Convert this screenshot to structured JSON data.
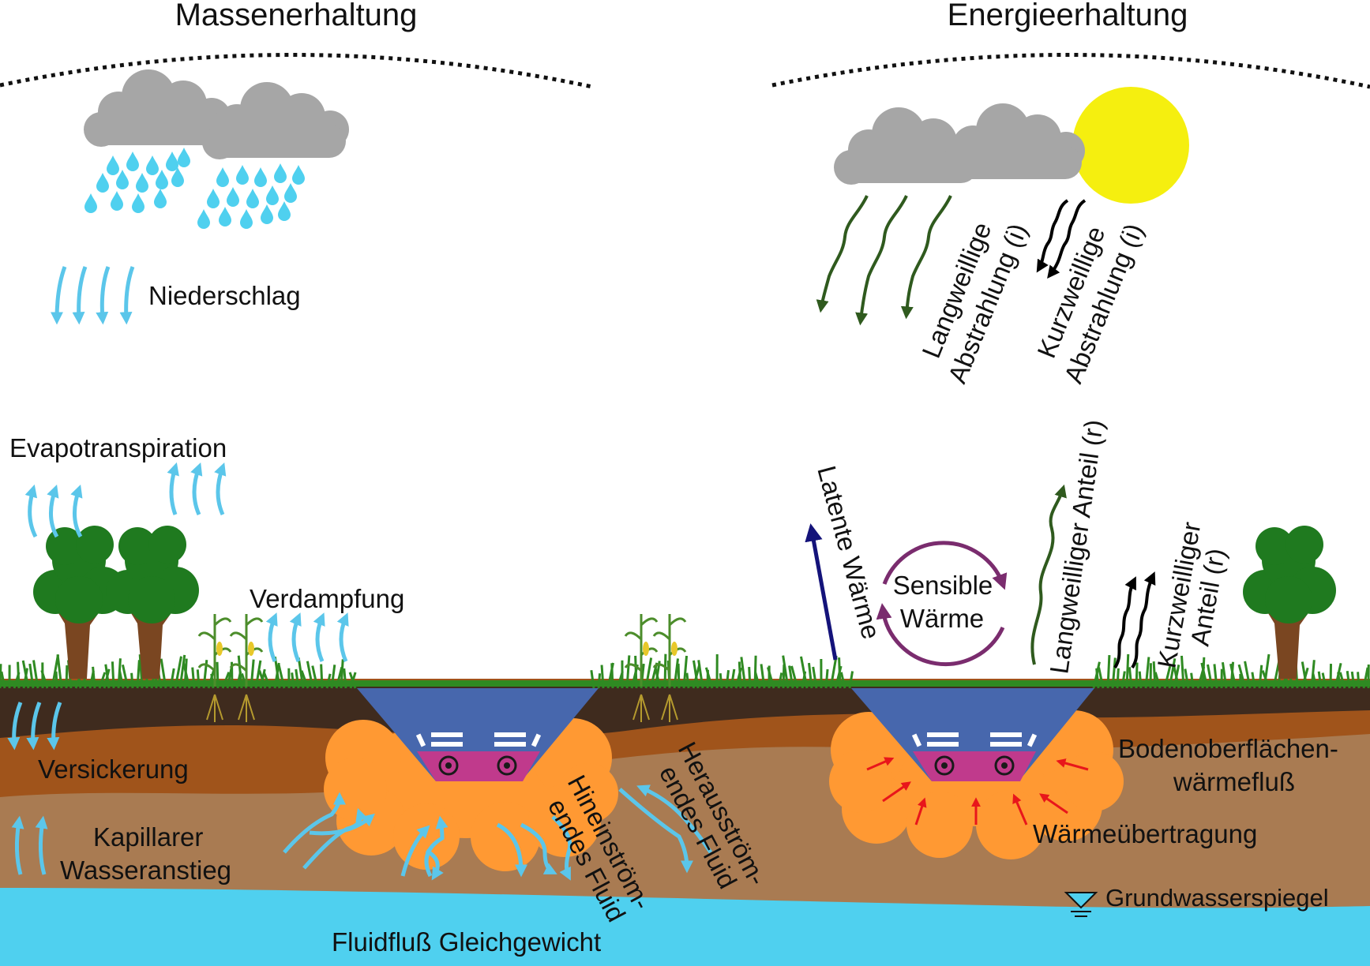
{
  "titles": {
    "mass": "Massenerhaltung",
    "energy": "Energieerhaltung"
  },
  "mass_side": {
    "precipitation": "Niederschlag",
    "evapotranspiration": "Evapotranspiration",
    "evaporation": "Verdampfung",
    "infiltration": "Versickerung",
    "capillary_line1": "Kapillarer",
    "capillary_line2": "Wasseranstieg",
    "inflow_line1": "Hineinström-",
    "inflow_line2": "endes Fluid",
    "outflow_line1": "Herausström-",
    "outflow_line2": "endes Fluid",
    "equilibrium": "Fluidfluß Gleichgewicht"
  },
  "energy_side": {
    "longwave_in_line1": "Langweillige",
    "longwave_in_line2": "Abstrahlung (i)",
    "shortwave_in_line1": "Kurzweillige",
    "shortwave_in_line2": "Abstrahlung (i)",
    "latent_heat": "Latente Wärme",
    "sensible_line1": "Sensible",
    "sensible_line2": "Wärme",
    "longwave_reflected": "Langweilliger Anteil (r)",
    "shortwave_reflected_line1": "Kurzweilliger",
    "shortwave_reflected_line2": "Anteil (r)",
    "ground_heat_line1": "Bodenoberflächen-",
    "ground_heat_line2": "wärmefluß",
    "heat_transfer": "Wärmeübertragung",
    "groundwater_table": "Grundwasserspiegel"
  },
  "colors": {
    "water_blue": "#4fd0ef",
    "arrow_blue": "#5bc6ea",
    "cloud_gray": "#a6a6a6",
    "sun_yellow": "#f5ef0f",
    "soil_top": "#3f2b1e",
    "soil_mid": "#a0541b",
    "soil_low": "#a97b52",
    "plume_orange": "#ff9933",
    "pond_blue": "#4767ad",
    "liner_magenta": "#c03a8c",
    "longwave_green": "#2f5a1e",
    "latent_navy": "#14137a",
    "sensible_purple": "#7a2c6e",
    "heat_red": "#e8161b",
    "tree_green": "#1f7a1f",
    "trunk_brown": "#7a4621"
  }
}
